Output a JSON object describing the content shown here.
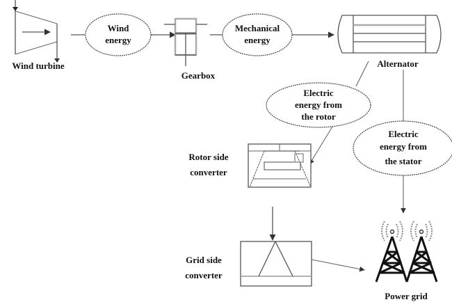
{
  "diagram": {
    "title": "",
    "nodes": {
      "wind_turbine": {
        "label": "Wind turbine"
      },
      "wind_energy": {
        "lines": [
          "Wind",
          "energy"
        ]
      },
      "gearbox": {
        "label": "Gearbox"
      },
      "mechanical_energy": {
        "lines": [
          "Mechanical",
          "energy"
        ]
      },
      "alternator": {
        "label": "Alternator"
      },
      "rotor_energy": {
        "lines": [
          "Electric",
          "energy from",
          "the rotor"
        ]
      },
      "stator_energy": {
        "lines": [
          "Electric",
          "energy from",
          "the stator"
        ]
      },
      "rotor_side_converter": {
        "lines": [
          "Rotor side",
          "converter"
        ]
      },
      "grid_side_converter": {
        "lines": [
          "Grid side",
          "converter"
        ]
      },
      "power_grid": {
        "label": "Power grid"
      }
    },
    "edges": [
      {
        "from": "wind_turbine",
        "to": "wind_energy"
      },
      {
        "from": "wind_energy",
        "to": "gearbox"
      },
      {
        "from": "gearbox",
        "to": "mechanical_energy"
      },
      {
        "from": "mechanical_energy",
        "to": "alternator"
      },
      {
        "from": "alternator",
        "to": "rotor_side_converter",
        "via": "rotor_energy"
      },
      {
        "from": "alternator",
        "to": "power_grid",
        "via": "stator_energy"
      },
      {
        "from": "rotor_side_converter",
        "to": "grid_side_converter"
      },
      {
        "from": "grid_side_converter",
        "to": "power_grid"
      }
    ],
    "colors": {
      "stroke": "#555555",
      "text": "#111111",
      "background": "#ffffff"
    }
  }
}
